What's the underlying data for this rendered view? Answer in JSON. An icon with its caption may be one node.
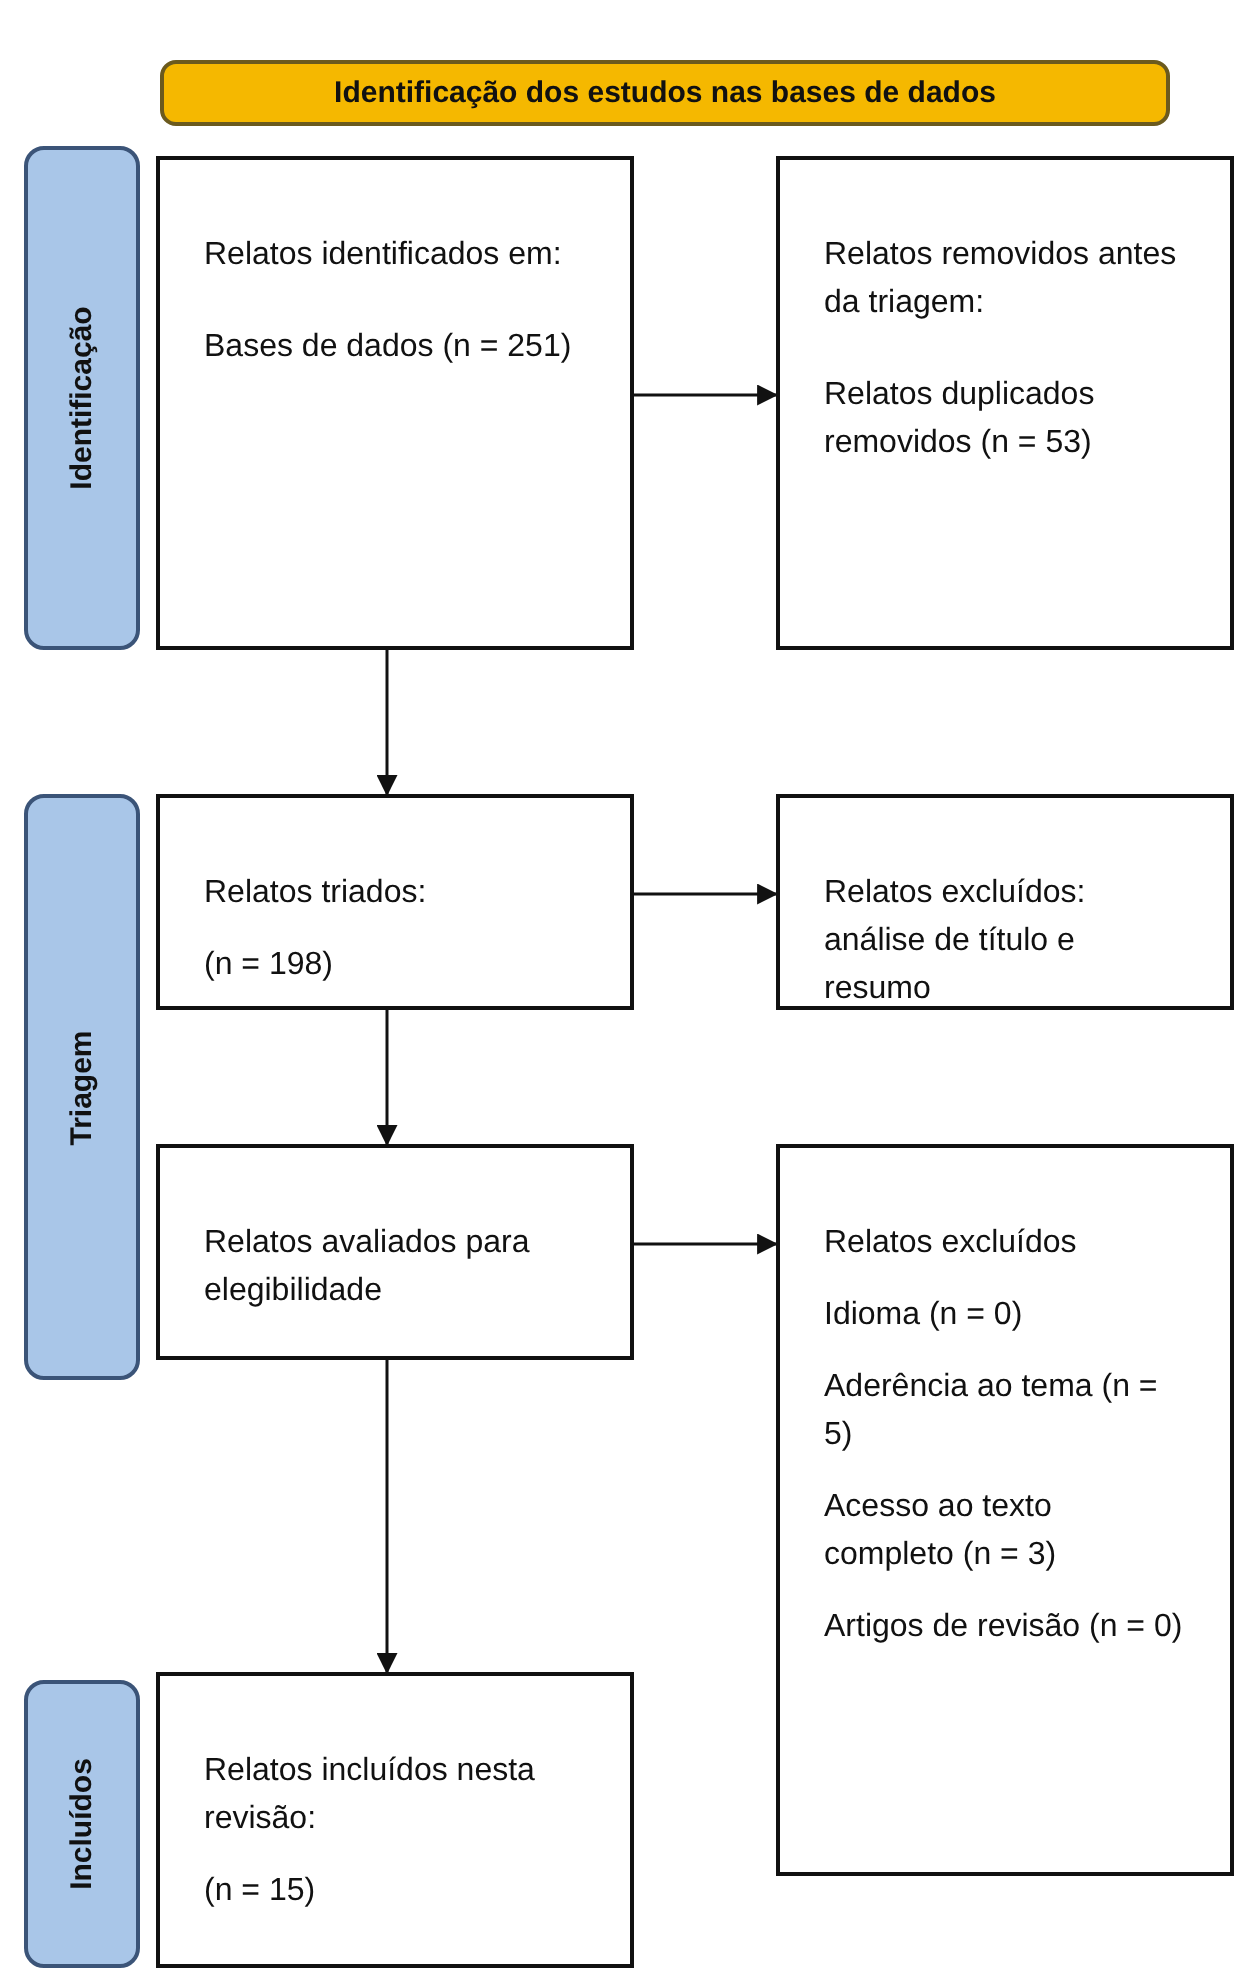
{
  "diagram": {
    "nodes": [
      {
        "text": [
          "Identificação dos estudos nas bases de dados"
        ]
      },
      {
        "text": [
          "Identificação"
        ]
      },
      {
        "text": [
          "Relatos identificados em:",
          "Bases de dados (n = 251)"
        ]
      },
      {
        "text": [
          "Relatos removidos antes da triagem:",
          "Relatos duplicados removidos (n = 53)"
        ]
      },
      {
        "text": [
          "Triagem"
        ]
      },
      {
        "text": [
          "Relatos triados:",
          "(n = 198)"
        ]
      },
      {
        "text": [
          "Relatos excluídos: análise de título e resumo"
        ]
      },
      {
        "text": [
          "Relatos avaliados para elegibilidade"
        ]
      },
      {
        "text": [
          "Relatos excluídos",
          "Idioma (n = 0)",
          "Aderência ao tema (n = 5)",
          "Acesso ao texto completo (n = 3)",
          "Artigos de revisão (n = 0)"
        ]
      },
      {
        "text": [
          "Incluídos"
        ]
      },
      {
        "text": [
          "Relatos incluídos nesta revisão:",
          "(n = 15)"
        ]
      }
    ],
    "edges": [
      {
        "from": 2,
        "to": 3,
        "arrow": "to"
      },
      {
        "from": 2,
        "to": 5,
        "arrow": "to"
      },
      {
        "from": 5,
        "to": 6,
        "arrow": "to"
      },
      {
        "from": 5,
        "to": 7,
        "arrow": "to"
      },
      {
        "from": 7,
        "to": 8,
        "arrow": "to"
      },
      {
        "from": 7,
        "to": 10,
        "arrow": "to"
      }
    ]
  }
}
